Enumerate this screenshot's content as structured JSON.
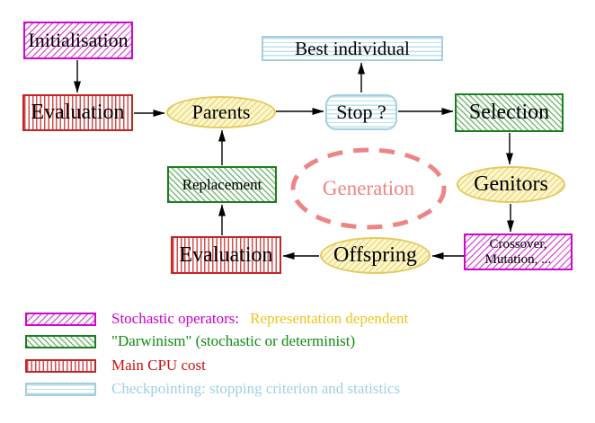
{
  "nodes": {
    "initialisation": "Initialisation",
    "evaluation_top": "Evaluation",
    "parents": "Parents",
    "best_individual": "Best individual",
    "stop": "Stop ?",
    "selection": "Selection",
    "genitors": "Genitors",
    "crossover_line1": "Crossover,",
    "crossover_line2": "Mutation, ...",
    "offspring": "Offspring",
    "evaluation_bottom": "Evaluation",
    "replacement": "Replacement",
    "generation": "Generation"
  },
  "legend": {
    "rows": [
      {
        "swatch": "magenta-diagonal-hatch",
        "label": "Stochastic operators:",
        "label2": "Representation dependent"
      },
      {
        "swatch": "green-diagonal-hatch",
        "label": "\"Darwinism\" (stochastic or determinist)"
      },
      {
        "swatch": "red-vertical-stripes",
        "label": "Main CPU cost"
      },
      {
        "swatch": "cyan-horizontal-stripes",
        "label": "Checkpointing: stopping criterion and statistics"
      }
    ]
  },
  "colors": {
    "magenta": "#cc00cc",
    "green_border": "#1e7d1e",
    "red_border": "#c32424",
    "cyan_border": "#a3cfdf",
    "yellow_border": "#e3c95e",
    "legend_yellow_text": "#f0c420",
    "legend_green_text": "#0f8a0f",
    "legend_red_text": "#cc1111",
    "legend_cyan_text": "#9fcfe8",
    "generation_pink": "#ee8585",
    "arrow": "#000000"
  }
}
